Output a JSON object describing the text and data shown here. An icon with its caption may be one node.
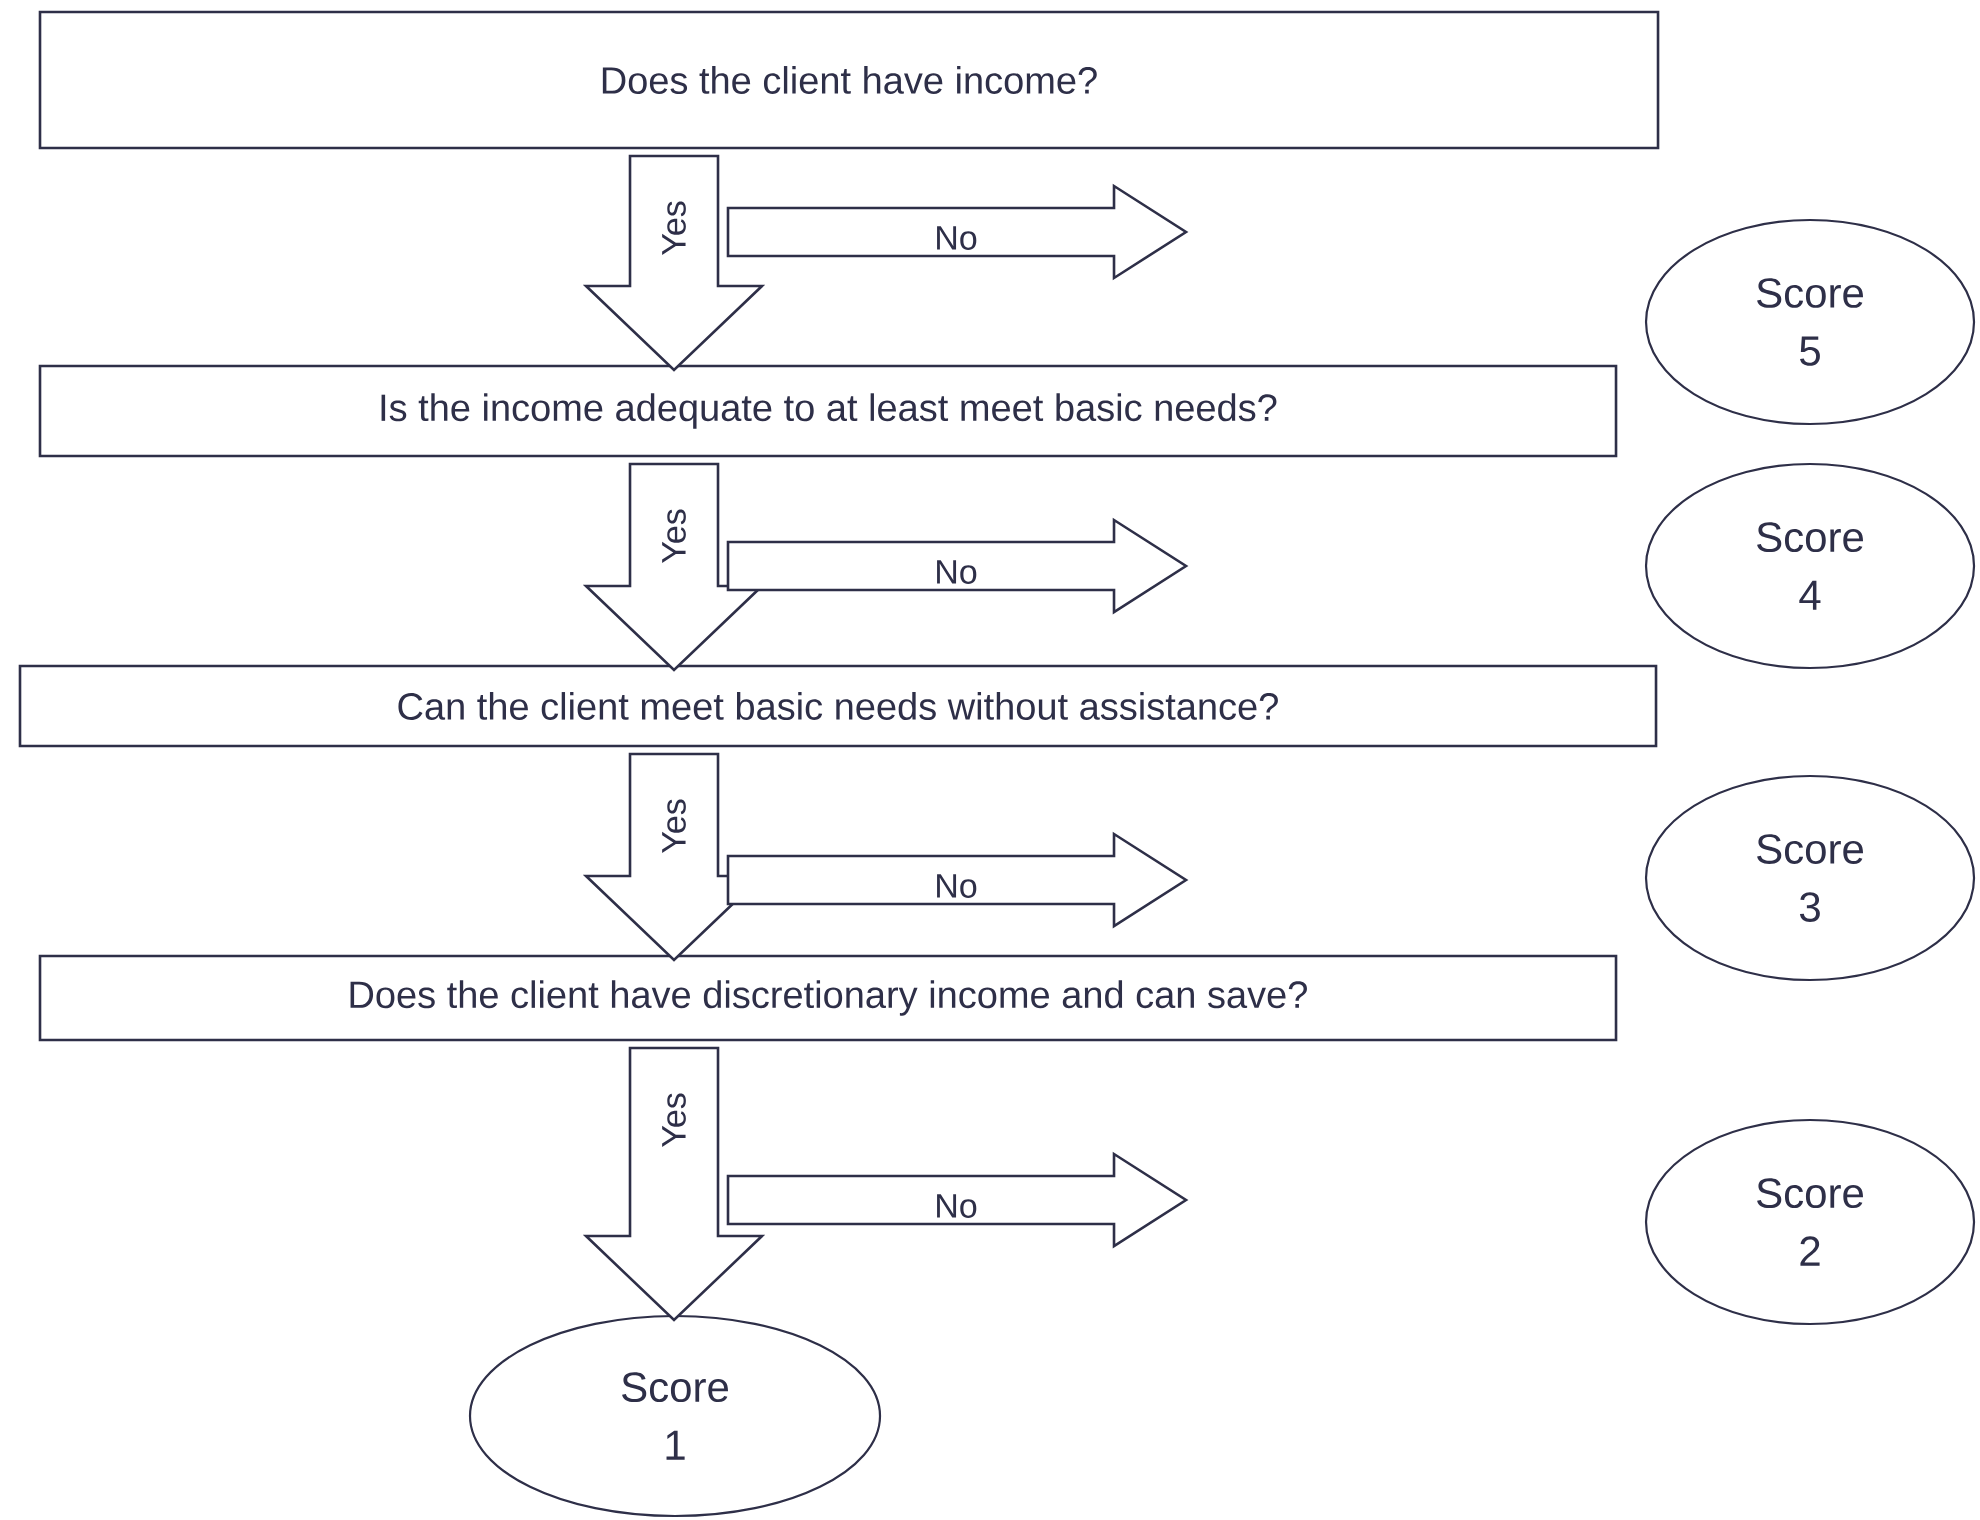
{
  "diagram": {
    "nodes": [
      {
        "text": [
          "Does the client have income?"
        ]
      },
      {
        "text": [
          "Score 5"
        ]
      },
      {
        "text": [
          "Is the income adequate to at least meet basic needs?"
        ]
      },
      {
        "text": [
          "Score 4"
        ]
      },
      {
        "text": [
          "Can the client meet basic needs without assistance?"
        ]
      },
      {
        "text": [
          "Score 3"
        ]
      },
      {
        "text": [
          "Does the client have discretionary income and can save?"
        ]
      },
      {
        "text": [
          "Score 2"
        ]
      },
      {
        "text": [
          "Score 1"
        ]
      }
    ],
    "edges": [
      {
        "from": 0,
        "to": 2,
        "arrow": "to",
        "label": "Yes"
      },
      {
        "from": 2,
        "to": 4,
        "arrow": "to",
        "label": "Yes"
      },
      {
        "from": 4,
        "to": 6,
        "arrow": "to",
        "label": "Yes"
      },
      {
        "from": 6,
        "to": 8,
        "arrow": "to",
        "label": "Yes"
      }
    ],
    "labels": [
      "No",
      "No",
      "No",
      "No"
    ]
  }
}
